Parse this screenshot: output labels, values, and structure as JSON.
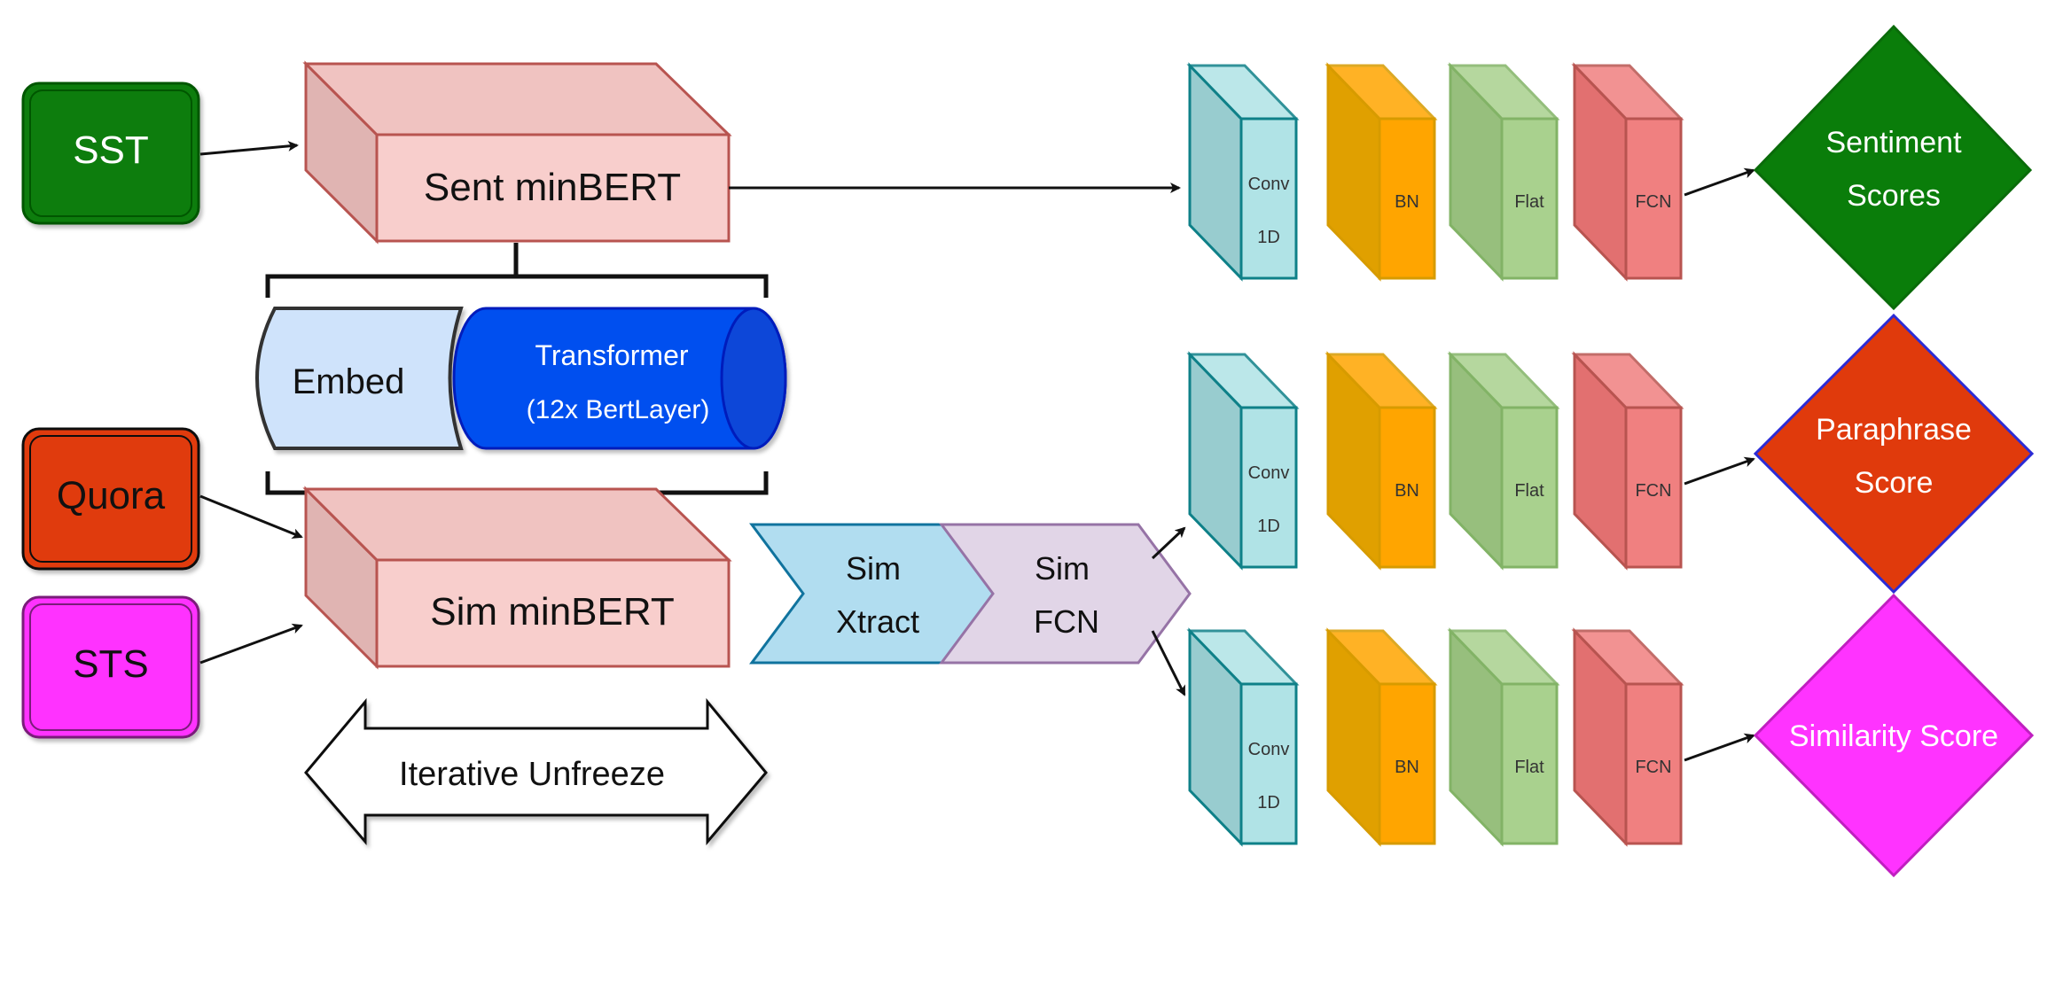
{
  "inputs": {
    "sst": "SST",
    "quora": "Quora",
    "sts": "STS"
  },
  "encoders": {
    "sent": "Sent minBERT",
    "sim": "Sim minBERT"
  },
  "shared": {
    "embed": "Embed",
    "transformer_line1": "Transformer",
    "transformer_line2": "(12x BertLayer)"
  },
  "unfreeze": "Iterative Unfreeze",
  "sim_xtract": {
    "line1": "Sim",
    "line2": "Xtract"
  },
  "sim_fcn": {
    "line1": "Sim",
    "line2": "FCN"
  },
  "heads": {
    "conv_line1": "Conv",
    "conv_line2": "1D",
    "bn": "BN",
    "flat": "Flat",
    "fcn": "FCN"
  },
  "outputs": {
    "sentiment_line1": "Sentiment",
    "sentiment_line2": "Scores",
    "paraphrase_line1": "Paraphrase",
    "paraphrase_line2": "Score",
    "similarity": "Similarity Score"
  },
  "colors": {
    "sst_fill": "#0a7d0a",
    "quora_fill": "#e03a0c",
    "sts_fill": "#ff33ff",
    "bert_front": "#f8cecc",
    "bert_side": "#e0b4b2",
    "bert_stroke": "#b85450",
    "embed_fill": "#cfe3fb",
    "transformer_fill": "#0050ef",
    "xtract_fill": "#b1ddf0",
    "simfcn_fill": "#e1d5e7",
    "conv_fill": "#b0e3e6",
    "bn_fill": "#ffa500",
    "flat_fill": "#a9d18e",
    "fcn_fill": "#f08080",
    "sentiment_fill": "#0a7d0a",
    "paraphrase_fill": "#e03a0c",
    "similarity_fill": "#ff33ff"
  }
}
